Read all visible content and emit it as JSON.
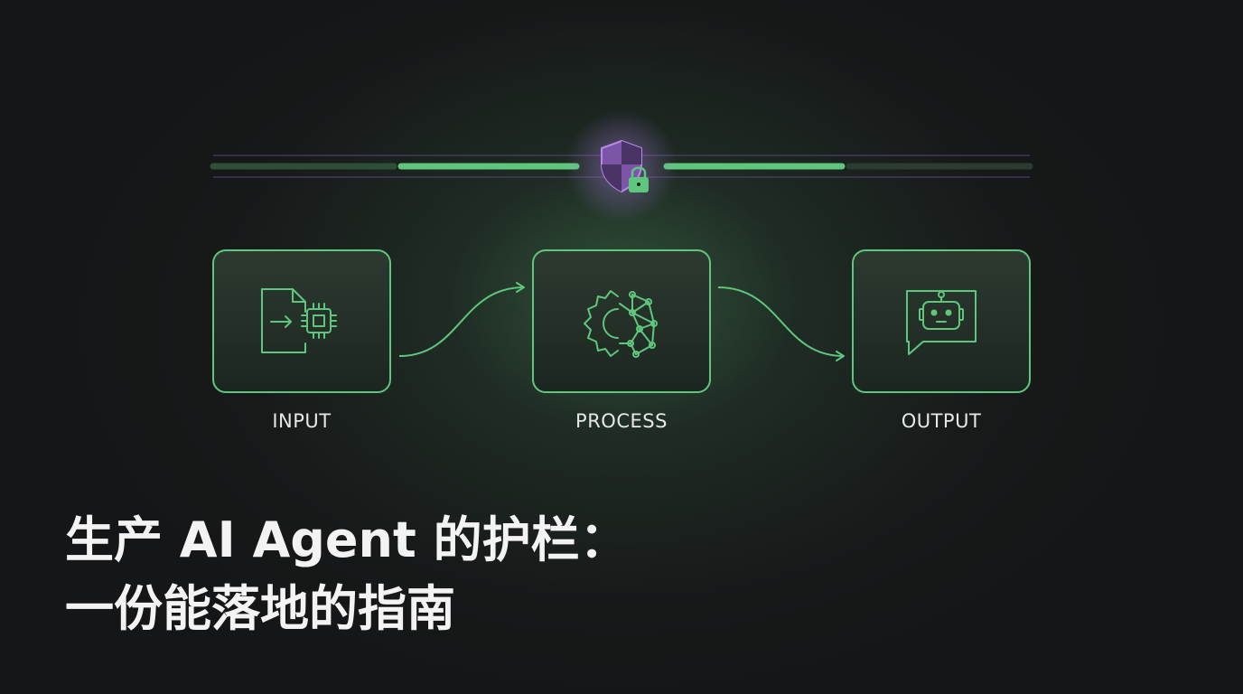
{
  "stages": [
    {
      "id": "input",
      "label": "INPUT",
      "icon": "document-to-chip-icon"
    },
    {
      "id": "process",
      "label": "PROCESS",
      "icon": "gear-network-icon"
    },
    {
      "id": "output",
      "label": "OUTPUT",
      "icon": "robot-chat-icon"
    }
  ],
  "guardrail": {
    "icon": "shield-lock-icon"
  },
  "title": {
    "line1": "生产 AI Agent 的护栏：",
    "line2": "一份能落地的指南"
  },
  "colors": {
    "accent_green": "#5ec77d",
    "accent_purple": "#a277d6",
    "background": "#151617",
    "text": "#f2f3f2"
  }
}
